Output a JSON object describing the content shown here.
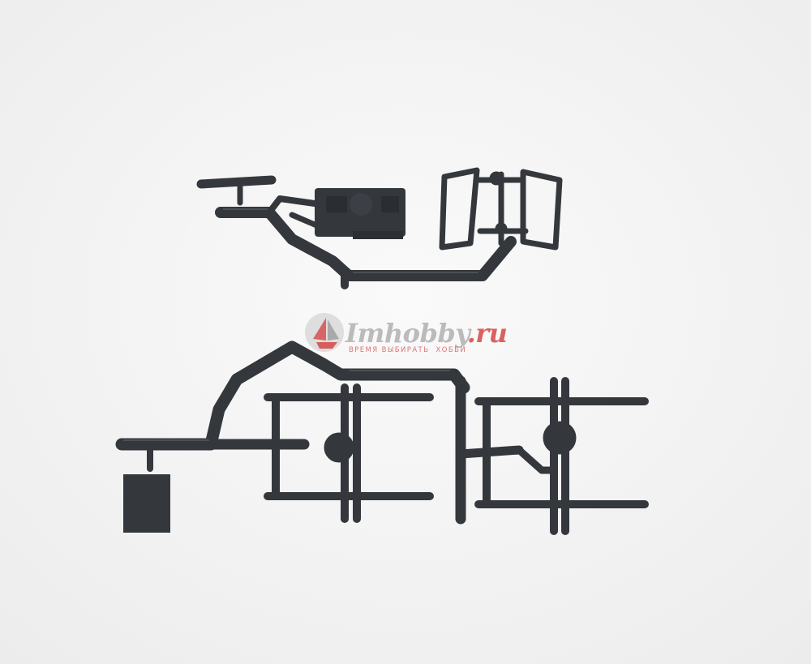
{
  "watermark": {
    "brand_main": "Imhobby",
    "brand_suffix": ".ru",
    "tagline": "ВРЕМЯ ВЫБИРАТЬ  ХОББИ"
  },
  "colors": {
    "background": "#f4f4f4",
    "plastic": "#34383d",
    "plastic_highlight": "#5a6068",
    "watermark_red": "#d64646",
    "watermark_gray": "#b0b0b0"
  }
}
